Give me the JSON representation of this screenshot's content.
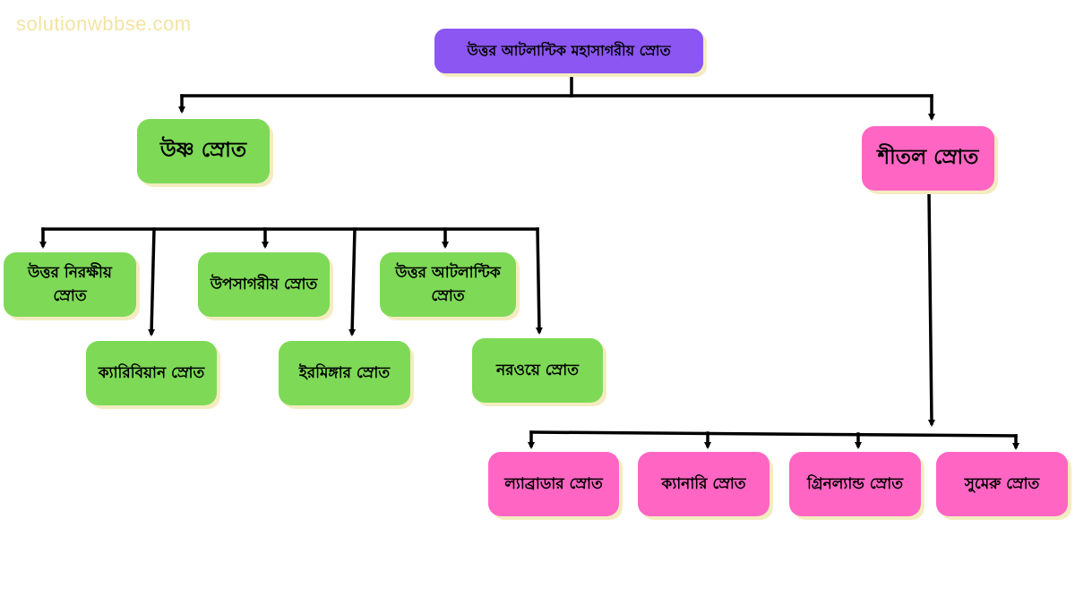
{
  "watermark": "solutionwbbse.com",
  "root": {
    "label": "উত্তর আটলান্টিক মহাসাগরীয় স্রোত"
  },
  "warm": {
    "label": "উষ্ণ স্রোত",
    "children": [
      "উত্তর নিরক্ষীয় স্রোত",
      "ক্যারিবিয়ান স্রোত",
      "উপসাগরীয় স্রোত",
      "ইরমিঙ্গার স্রোত",
      "উত্তর আটলান্টিক স্রোত",
      "নরওয়ে স্রোত"
    ]
  },
  "cold": {
    "label": "শীতল স্রোত",
    "children": [
      "ল্যাব্রাডার স্রোত",
      "ক্যানারি স্রোত",
      "গ্রিনল্যান্ড স্রোত",
      "সুমেরু স্রোত"
    ]
  },
  "colors": {
    "root": "#8b56f2",
    "warm": "#7ed957",
    "cold": "#ff66c4",
    "watermark": "#f3e3a3"
  }
}
